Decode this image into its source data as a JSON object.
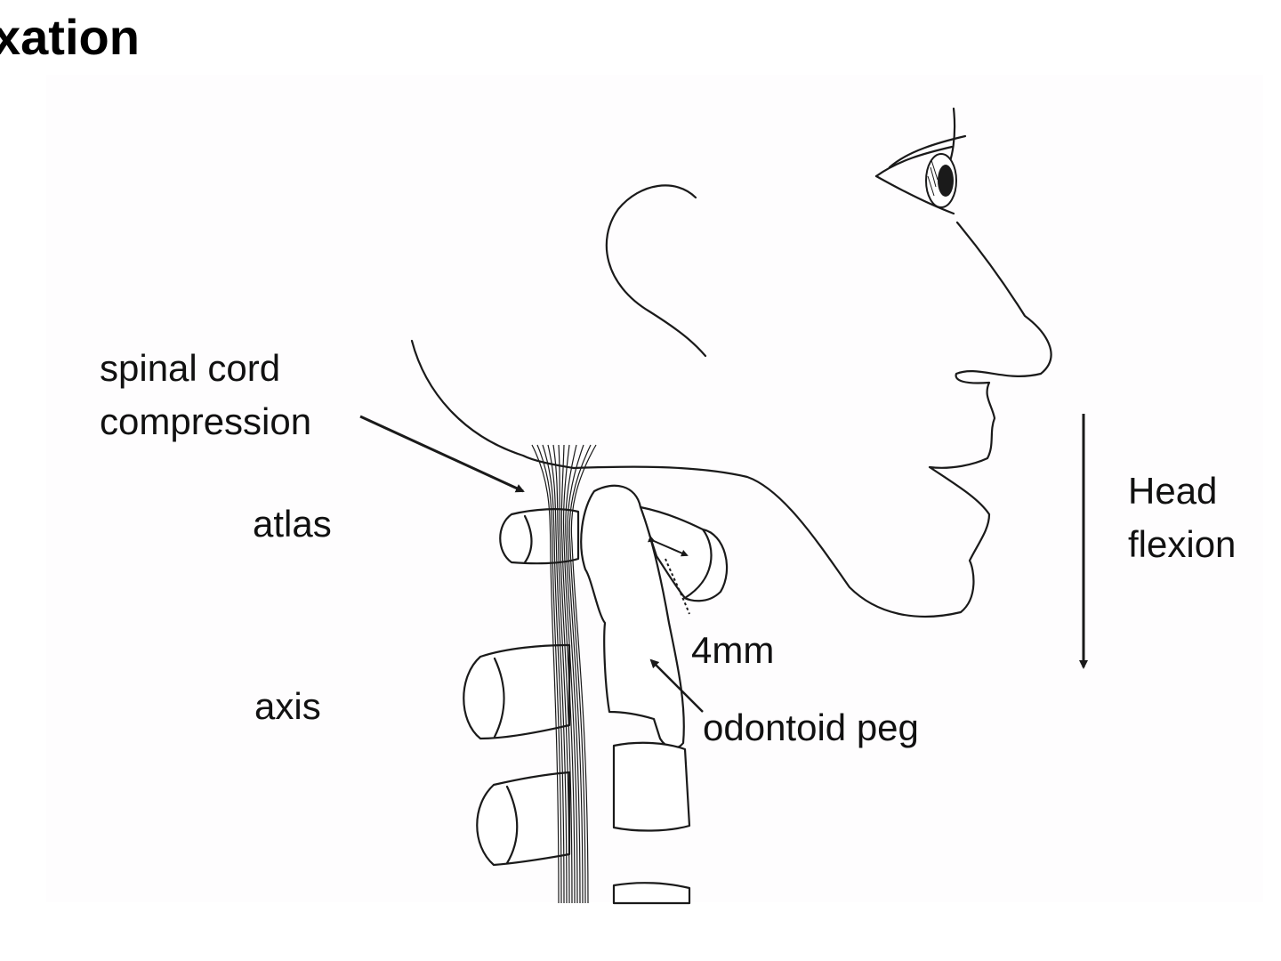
{
  "title": "xation",
  "labels": {
    "spinal_cord_line1": "spinal cord",
    "spinal_cord_line2": "compression",
    "atlas": "atlas",
    "axis": "axis",
    "distance": "4mm",
    "odontoid_peg": "odontoid peg",
    "head_line1": "Head",
    "head_line2": "flexion"
  },
  "colors": {
    "ink": "#1a1a1a",
    "panel": "#fefdfe",
    "background": "#ffffff"
  }
}
